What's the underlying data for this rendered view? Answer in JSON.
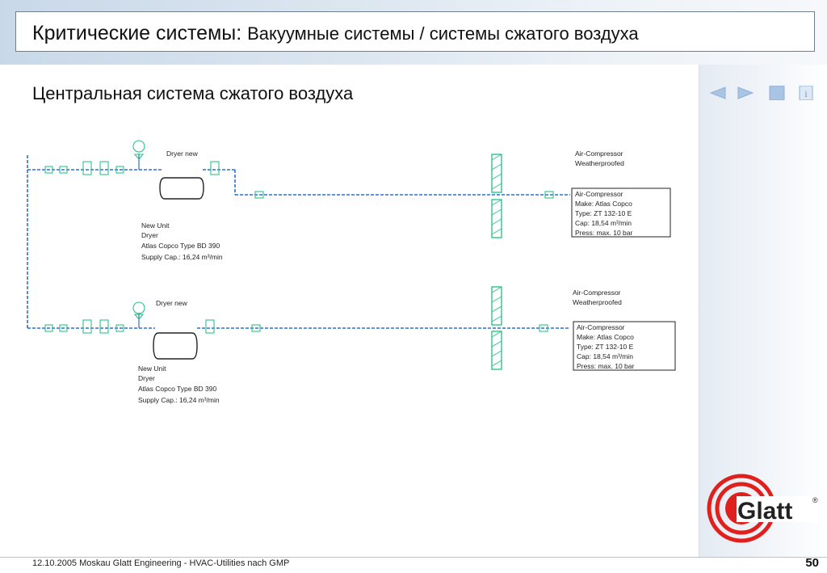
{
  "header": {
    "title_main": "Критические системы:",
    "title_sub": "Вакуумные системы / системы сжатого воздуха"
  },
  "subtitle": "Центральная система сжатого воздуха",
  "nav": {
    "prev_icon": "left-arrow-icon",
    "next_icon": "right-arrow-icon",
    "stop_icon": "square-icon",
    "info_icon": "info-icon",
    "info_label": "i"
  },
  "diagram": {
    "line1": {
      "dryer_label": "Dryer new",
      "compressor_title": [
        "Air-Compressor",
        "Weatherproofed"
      ],
      "dryer_info": [
        "New Unit",
        "Dryer",
        "Atlas Copco Type BD 390",
        "Supply Cap.: 16,24 m³/min"
      ],
      "compressor_info": [
        "Air-Compressor",
        "Make: Atlas Copco",
        "Type: ZT 132-10 E",
        "Cap:   18,54 m³/min",
        "Press:   max. 10 bar"
      ]
    },
    "line2": {
      "dryer_label": "Dryer new",
      "compressor_title": [
        "Air-Compressor",
        "Weatherproofed"
      ],
      "dryer_info": [
        "New Unit",
        "Dryer",
        "Atlas Copco Type BD 390",
        "Supply Cap.: 16,24 m³/min"
      ],
      "compressor_info": [
        "Air-Compressor",
        "Make: Atlas Copco",
        "Type: ZT 132-10 E",
        "Cap:   18,54 m³/min",
        "Press:   max. 10 bar"
      ]
    }
  },
  "logo": {
    "text": "Glatt",
    "registered": "®",
    "color": "#e0201c"
  },
  "footer": {
    "text": "12.10.2005 Moskau   Glatt Engineering - HVAC-Utilities nach GMP",
    "page_number": "50"
  },
  "colors": {
    "pipe": "#2a6fd6",
    "equipment": "#2ec48a",
    "title_gradient_start": "#c9d8e8"
  }
}
